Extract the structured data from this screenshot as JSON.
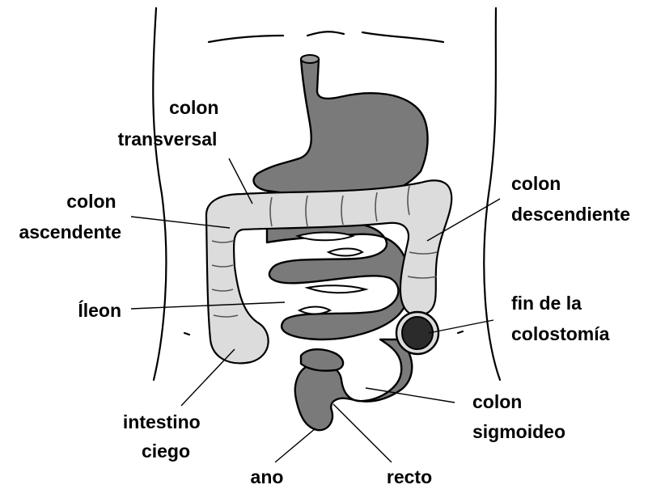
{
  "labels": {
    "colon_transversal": [
      "colon",
      "transversal"
    ],
    "colon_ascendente": [
      "colon",
      "ascendente"
    ],
    "ileon": "Íleon",
    "intestino_ciego": [
      "intestino",
      "ciego"
    ],
    "ano": "ano",
    "recto": "recto",
    "colon_sigmoideo": [
      "colon",
      "sigmoideo"
    ],
    "fin_colostomia": [
      "fin de la",
      "colostomía"
    ],
    "colon_descendiente": [
      "colon",
      "descendiente"
    ]
  },
  "colors": {
    "organ_fill": "#7a7a7a",
    "colon_fill": "#dcdcdc",
    "stoma_fill": "#2b2b2b",
    "outline": "#000000"
  }
}
